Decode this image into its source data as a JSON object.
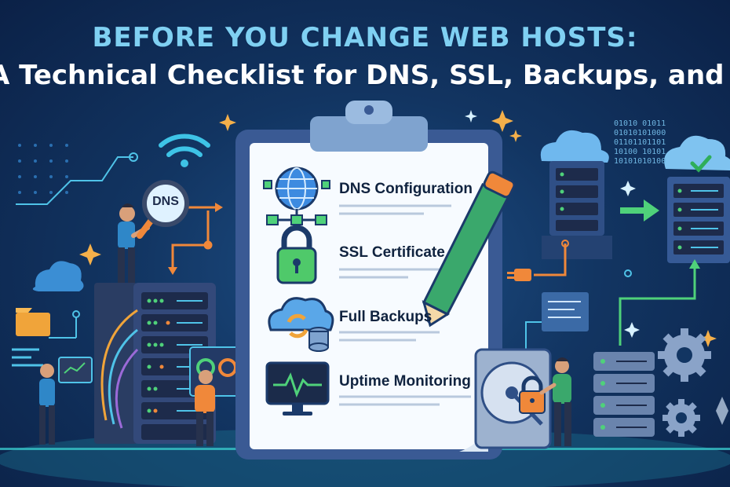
{
  "banner": {
    "title": "BEFORE YOU CHANGE WEB HOSTS:",
    "subtitle": "A Technical Checklist for DNS, SSL, Backups, and Uptime"
  },
  "checklist": {
    "items": [
      {
        "label": "DNS Configuration",
        "icon": "globe-network-icon"
      },
      {
        "label": "SSL Certificate",
        "icon": "padlock-icon"
      },
      {
        "label": "Full Backups",
        "icon": "cloud-sync-icon"
      },
      {
        "label": "Uptime Monitoring",
        "icon": "monitor-heartbeat-icon"
      }
    ]
  },
  "magnifier": {
    "label": "DNS"
  },
  "binary": {
    "lines": [
      "01010 01011",
      "01010101000",
      "01101101101",
      "10100 10101",
      "10101010100"
    ]
  },
  "colors": {
    "background": "#123562",
    "title_accent": "#7fd0f2",
    "title_text": "#ffffff",
    "accent_orange": "#f0883a",
    "accent_green": "#4fd17a"
  }
}
